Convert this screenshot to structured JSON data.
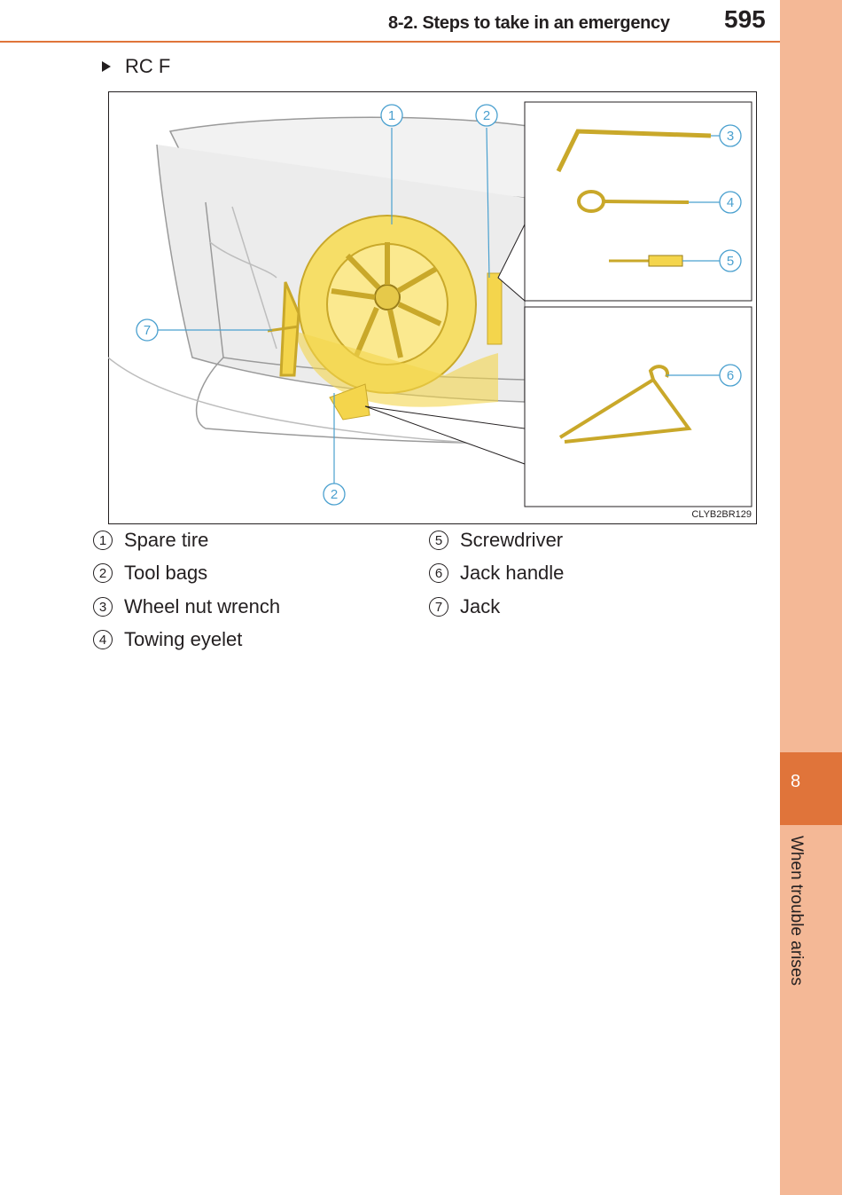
{
  "header": {
    "section_title": "8-2. Steps to take in an emergency",
    "page_number": "595"
  },
  "side_tab": {
    "chapter_number": "8",
    "chapter_title": "When trouble arises"
  },
  "model_heading": "RC F",
  "figure": {
    "image_code": "CLYB2BR129",
    "callouts": [
      "1",
      "2",
      "3",
      "4",
      "5",
      "6",
      "7"
    ],
    "accent_color": "#f2d44a"
  },
  "legend": [
    {
      "num": "1",
      "label": "Spare tire"
    },
    {
      "num": "2",
      "label": "Tool bags"
    },
    {
      "num": "3",
      "label": "Wheel nut wrench"
    },
    {
      "num": "4",
      "label": "Towing eyelet"
    },
    {
      "num": "5",
      "label": "Screwdriver"
    },
    {
      "num": "6",
      "label": "Jack handle"
    },
    {
      "num": "7",
      "label": "Jack"
    }
  ]
}
